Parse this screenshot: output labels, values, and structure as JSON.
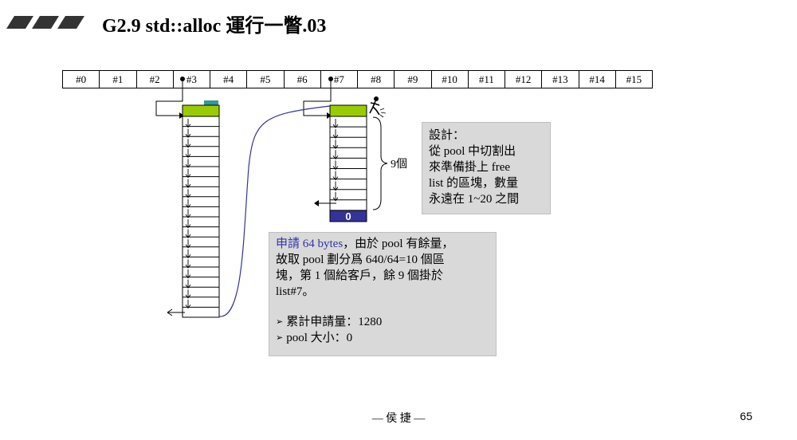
{
  "title": "G2.9 std::alloc 運行一瞥.03",
  "slots": [
    "#0",
    "#1",
    "#2",
    "#3",
    "#4",
    "#5",
    "#6",
    "#7",
    "#8",
    "#9",
    "#10",
    "#11",
    "#12",
    "#13",
    "#14",
    "#15"
  ],
  "list7_count_label": "9個",
  "list7_terminator": "0",
  "note_design": {
    "lines": [
      "設計：",
      "從 pool 中切割出",
      "來準備掛上 free",
      "list 的區塊，數量",
      "永遠在 1~20 之間"
    ]
  },
  "note_request": {
    "highlight": "申請 64 bytes",
    "line1_rest": "，由於 pool 有餘量，",
    "line2": "故取 pool 劃分爲 640/64=10 個區",
    "line3": "塊，第 1 個給客戶，餘 9 個掛於",
    "line4": "list#7。",
    "bullet1": "累計申請量：1280",
    "bullet2": "pool 大小：0",
    "bullet_marker": "➢"
  },
  "footer": "— 侯 捷 —",
  "page_number": "65",
  "colors": {
    "block_green": "#99cc00",
    "block_teal": "#339999",
    "pool_navy": "#333399",
    "curve": "#333399",
    "note_bg": "#d9d9d9"
  }
}
